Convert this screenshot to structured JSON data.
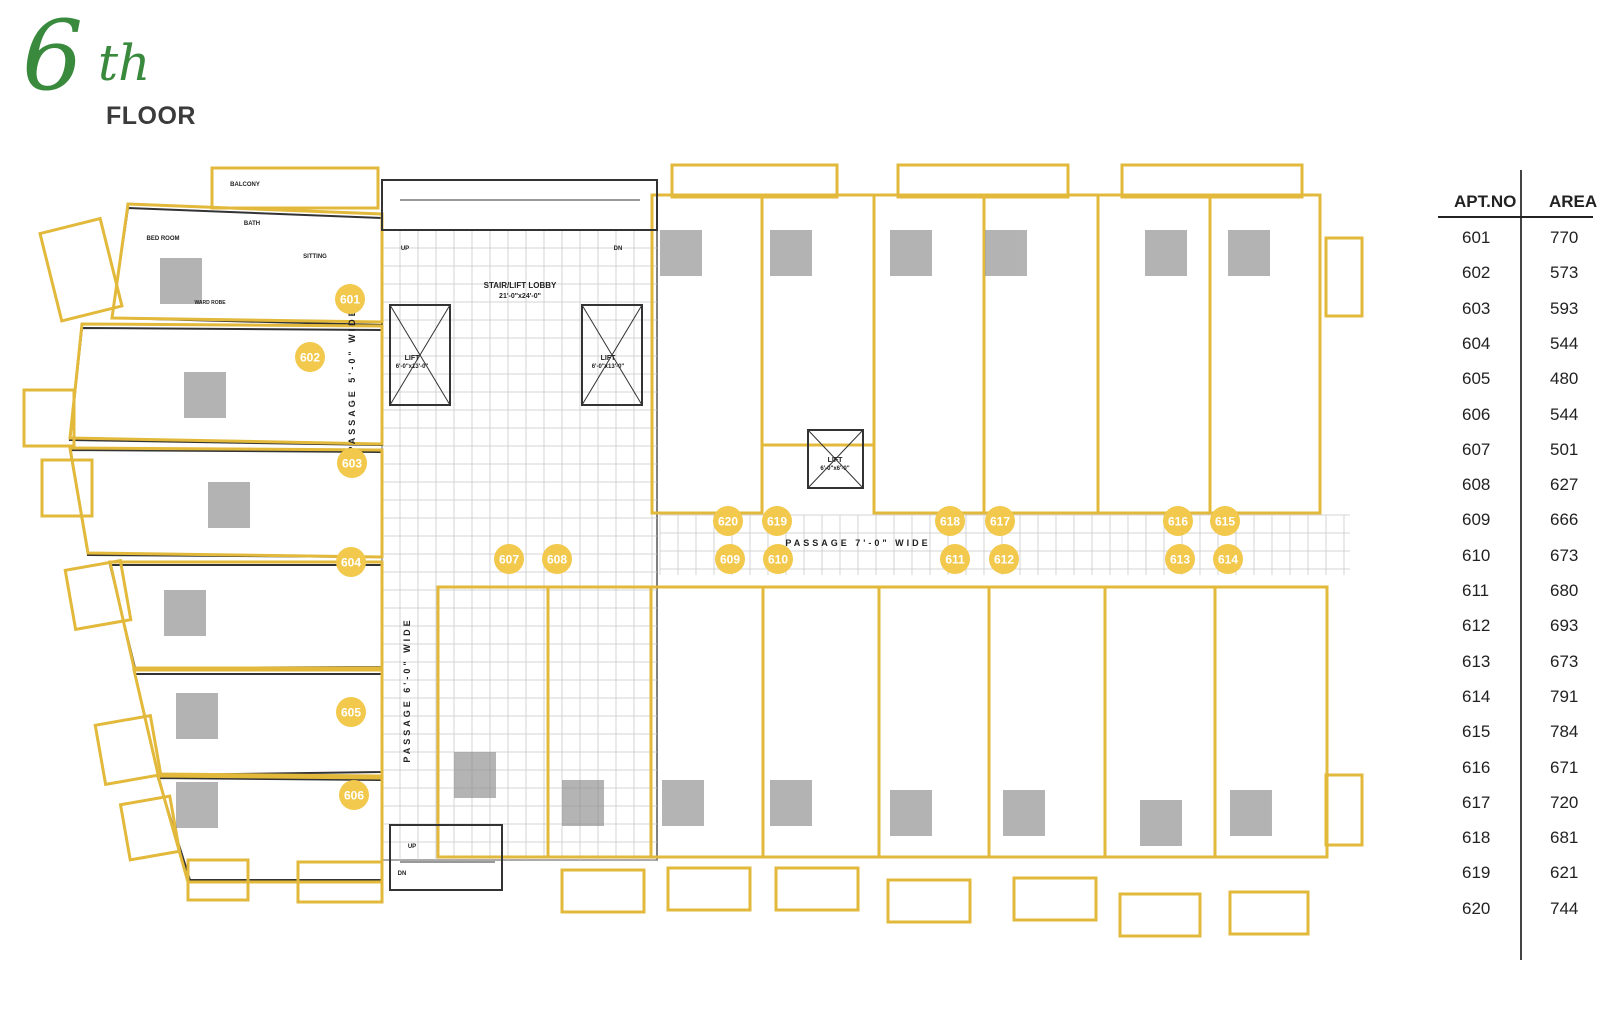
{
  "header": {
    "number": "6",
    "suffix": "th",
    "word": "FLOOR"
  },
  "colors": {
    "accent": "#f2c94c",
    "accent_outline": "#e2b93b",
    "brand_green": "#3a8a3e",
    "wall": "#333333"
  },
  "table": {
    "col_apt": "APT.NO",
    "col_area": "AREA",
    "rows": [
      {
        "apt": "601",
        "area": "770"
      },
      {
        "apt": "602",
        "area": "573"
      },
      {
        "apt": "603",
        "area": "593"
      },
      {
        "apt": "604",
        "area": "544"
      },
      {
        "apt": "605",
        "area": "480"
      },
      {
        "apt": "606",
        "area": "544"
      },
      {
        "apt": "607",
        "area": "501"
      },
      {
        "apt": "608",
        "area": "627"
      },
      {
        "apt": "609",
        "area": "666"
      },
      {
        "apt": "610",
        "area": "673"
      },
      {
        "apt": "611",
        "area": "680"
      },
      {
        "apt": "612",
        "area": "693"
      },
      {
        "apt": "613",
        "area": "673"
      },
      {
        "apt": "614",
        "area": "791"
      },
      {
        "apt": "615",
        "area": "784"
      },
      {
        "apt": "616",
        "area": "671"
      },
      {
        "apt": "617",
        "area": "720"
      },
      {
        "apt": "618",
        "area": "681"
      },
      {
        "apt": "619",
        "area": "621"
      },
      {
        "apt": "620",
        "area": "744"
      }
    ]
  },
  "plan": {
    "markers": [
      "601",
      "602",
      "603",
      "604",
      "605",
      "606",
      "607",
      "608",
      "609",
      "610",
      "611",
      "612",
      "613",
      "614",
      "615",
      "616",
      "617",
      "618",
      "619",
      "620"
    ],
    "labels": {
      "lobby": "STAIR/LIFT LOBBY",
      "lobby_dim": "21'-0\"x24'-0\"",
      "lift_1": "LIFT",
      "lift_1_dim": "6'-0\"x13'-0\"",
      "lift_2": "LIFT",
      "lift_2_dim": "6'-0\"x13'-0\"",
      "lift_3": "LIFT",
      "lift_3_dim": "6'-0\"x6'-0\"",
      "passage_h": "PASSAGE 7'-0\" WIDE",
      "passage_v1": "PASSAGE 5'-0\" WIDE",
      "passage_v2": "PASSAGE 6'-0\" WIDE",
      "up": "UP",
      "dn": "DN",
      "up_2": "UP",
      "dn_2": "DN",
      "balcony": "BALCONY",
      "bed_room": "BED ROOM",
      "sitting": "SITTING",
      "bath": "BATH",
      "ward_robe": "WARD ROBE"
    }
  }
}
